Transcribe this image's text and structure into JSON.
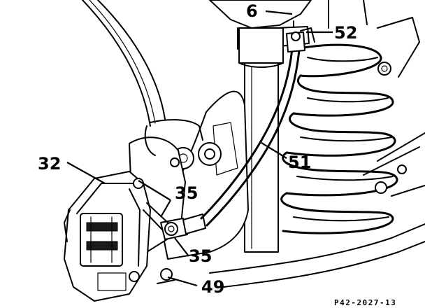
{
  "callouts": {
    "c6": "6",
    "c52": "52",
    "c32": "32",
    "c51": "51",
    "c35a": "35",
    "c35b": "35",
    "c49": "49"
  },
  "figure_ref": "P42-2027-13"
}
